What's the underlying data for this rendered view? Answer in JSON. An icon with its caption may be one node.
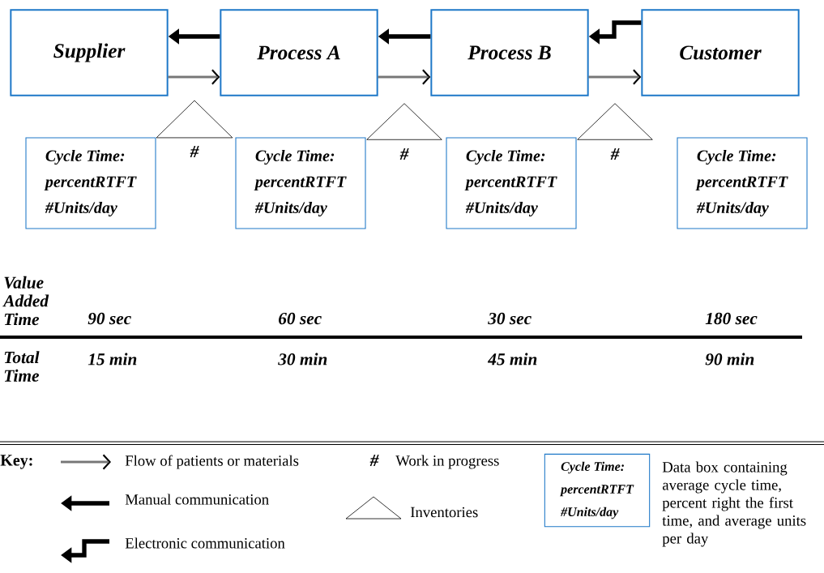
{
  "diagram": {
    "nodes": [
      {
        "text": [
          "Supplier"
        ]
      },
      {
        "text": [
          "Process A"
        ]
      },
      {
        "text": [
          "Process B"
        ]
      },
      {
        "text": [
          "Customer"
        ]
      },
      {
        "text": [
          "Cycle Time:",
          "percentRTFT",
          "#Units/day"
        ]
      },
      {
        "text": [
          "Cycle Time:",
          "percentRTFT",
          "#Units/day"
        ]
      },
      {
        "text": [
          "Cycle Time:",
          "percentRTFT",
          "#Units/day"
        ]
      },
      {
        "text": [
          "Cycle Time:",
          "percentRTFT",
          "#Units/day"
        ]
      },
      {
        "text": [],
        "shape": "triangle",
        "beside": [
          "#"
        ]
      },
      {
        "text": [],
        "shape": "triangle",
        "beside": [
          "#"
        ]
      },
      {
        "text": [],
        "shape": "triangle",
        "beside": [
          "#"
        ]
      },
      {
        "text": [
          "Cycle Time:",
          "percentRTFT",
          "#Units/day"
        ]
      }
    ],
    "edges": [
      {
        "from": 1,
        "to": 0,
        "arrow": "to",
        "style": "thick"
      },
      {
        "from": 0,
        "to": 1,
        "arrow": "to"
      },
      {
        "from": 2,
        "to": 1,
        "arrow": "to",
        "style": "thick"
      },
      {
        "from": 1,
        "to": 2,
        "arrow": "to"
      },
      {
        "from": 3,
        "to": 2,
        "arrow": "to",
        "style": "thick"
      },
      {
        "from": 2,
        "to": 3,
        "arrow": "to"
      }
    ],
    "labels": [
      "Value Added Time",
      "90 sec",
      "60 sec",
      "30 sec",
      "180 sec",
      "Total Time",
      "15  min",
      "30 min",
      "45 min",
      "90 min",
      "Key:",
      "#"
    ],
    "legend": [
      {
        "text": "Flow of patients or materials"
      },
      {
        "text": "Manual communication"
      },
      {
        "text": "Electronic communication"
      },
      {
        "text": "Work in progress"
      },
      {
        "text": "Inventories"
      },
      {
        "text": "Data box containing average cycle time, percent right the first time, and average units per day"
      }
    ]
  }
}
